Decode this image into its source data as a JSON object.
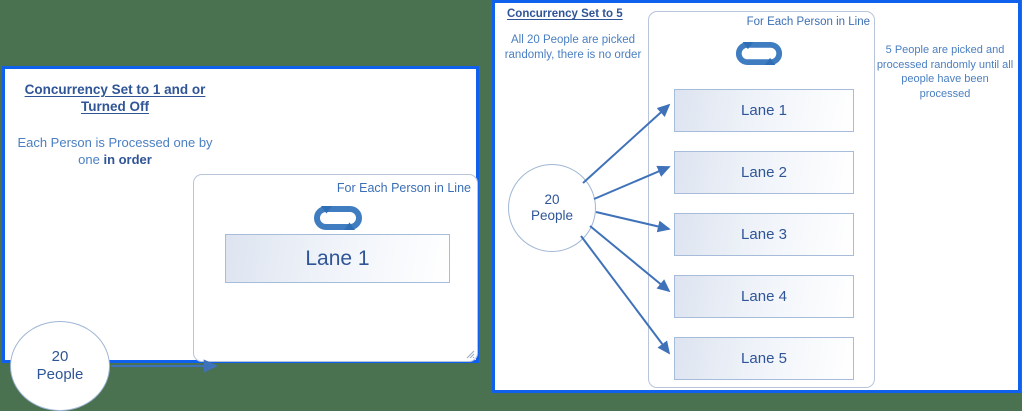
{
  "background_color": "#4a7150",
  "accent_color": "#1060ee",
  "text_color": "#2f5597",
  "body_text_color": "#4a7fc1",
  "left_panel": {
    "title": "Concurrency Set to 1 and or Turned Off",
    "description_prefix": "Each Person is Processed one by one ",
    "description_emphasis": "in order",
    "loop_label": "For Each Person in Line",
    "loop_icon": "loop-icon",
    "source": {
      "count": "20",
      "unit": "People"
    },
    "lanes": [
      {
        "label": "Lane 1"
      }
    ]
  },
  "right_panel": {
    "title": "Concurrency Set to 5",
    "description": "All 20 People are picked randomly, there is no order",
    "note": "5 People are picked and processed randomly until all people have been processed",
    "loop_label": "For Each Person in Line",
    "loop_icon": "loop-icon",
    "source": {
      "count": "20",
      "unit": "People"
    },
    "lanes": [
      {
        "label": "Lane 1"
      },
      {
        "label": "Lane 2"
      },
      {
        "label": "Lane 3"
      },
      {
        "label": "Lane 4"
      },
      {
        "label": "Lane 5"
      }
    ]
  }
}
